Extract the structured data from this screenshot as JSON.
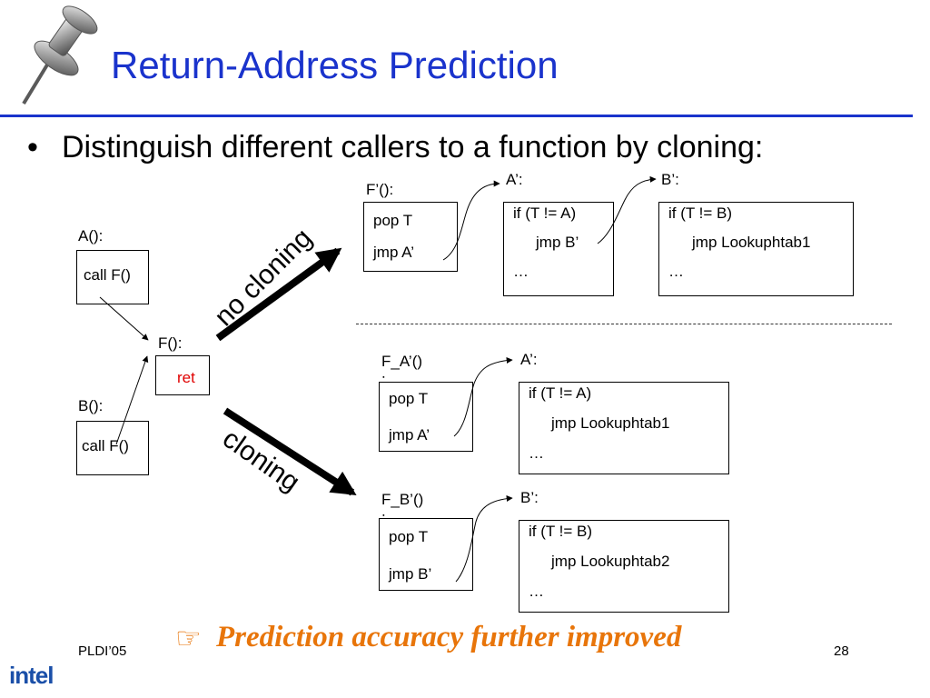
{
  "slide": {
    "title": "Return-Address Prediction",
    "bullet": "Distinguish different callers to a function by cloning:",
    "footer_left": "PLDI’05",
    "page_number": "28",
    "conclusion": "Prediction accuracy further improved",
    "conclusion_icon": "pointing-hand-icon",
    "logo_text": "intel",
    "accent_color": "#1a33cc",
    "highlight_color": "#e8750a"
  },
  "left": {
    "a_label": "A():",
    "a_code": "call F()",
    "f_label": "F():",
    "f_code": "ret",
    "b_label": "B():",
    "b_code": "call F()"
  },
  "arrows": {
    "top_label": "no cloning",
    "bottom_label": "cloning"
  },
  "no_cloning": {
    "fprime_label": "F’():",
    "fprime_lines": [
      "pop T",
      "jmp A’"
    ],
    "aprime_label": "A’:",
    "aprime_lines": [
      "if (T != A)",
      "jmp B’",
      "…"
    ],
    "bprime_label": "B’:",
    "bprime_lines": [
      "if (T != B)",
      "jmp Lookuphtab1",
      "…"
    ]
  },
  "cloning": {
    "fa_label": "F_A’()",
    "fa_lines": [
      "pop T",
      "jmp A’"
    ],
    "aprime_label": "A’:",
    "aprime_lines": [
      "if (T != A)",
      "jmp Lookuphtab1",
      "…"
    ],
    "fb_label": "F_B’()",
    "fb_lines": [
      "pop T",
      "jmp B’"
    ],
    "bprime_label": "B’:",
    "bprime_lines": [
      "if (T != B)",
      "jmp Lookuphtab2",
      "…"
    ]
  }
}
